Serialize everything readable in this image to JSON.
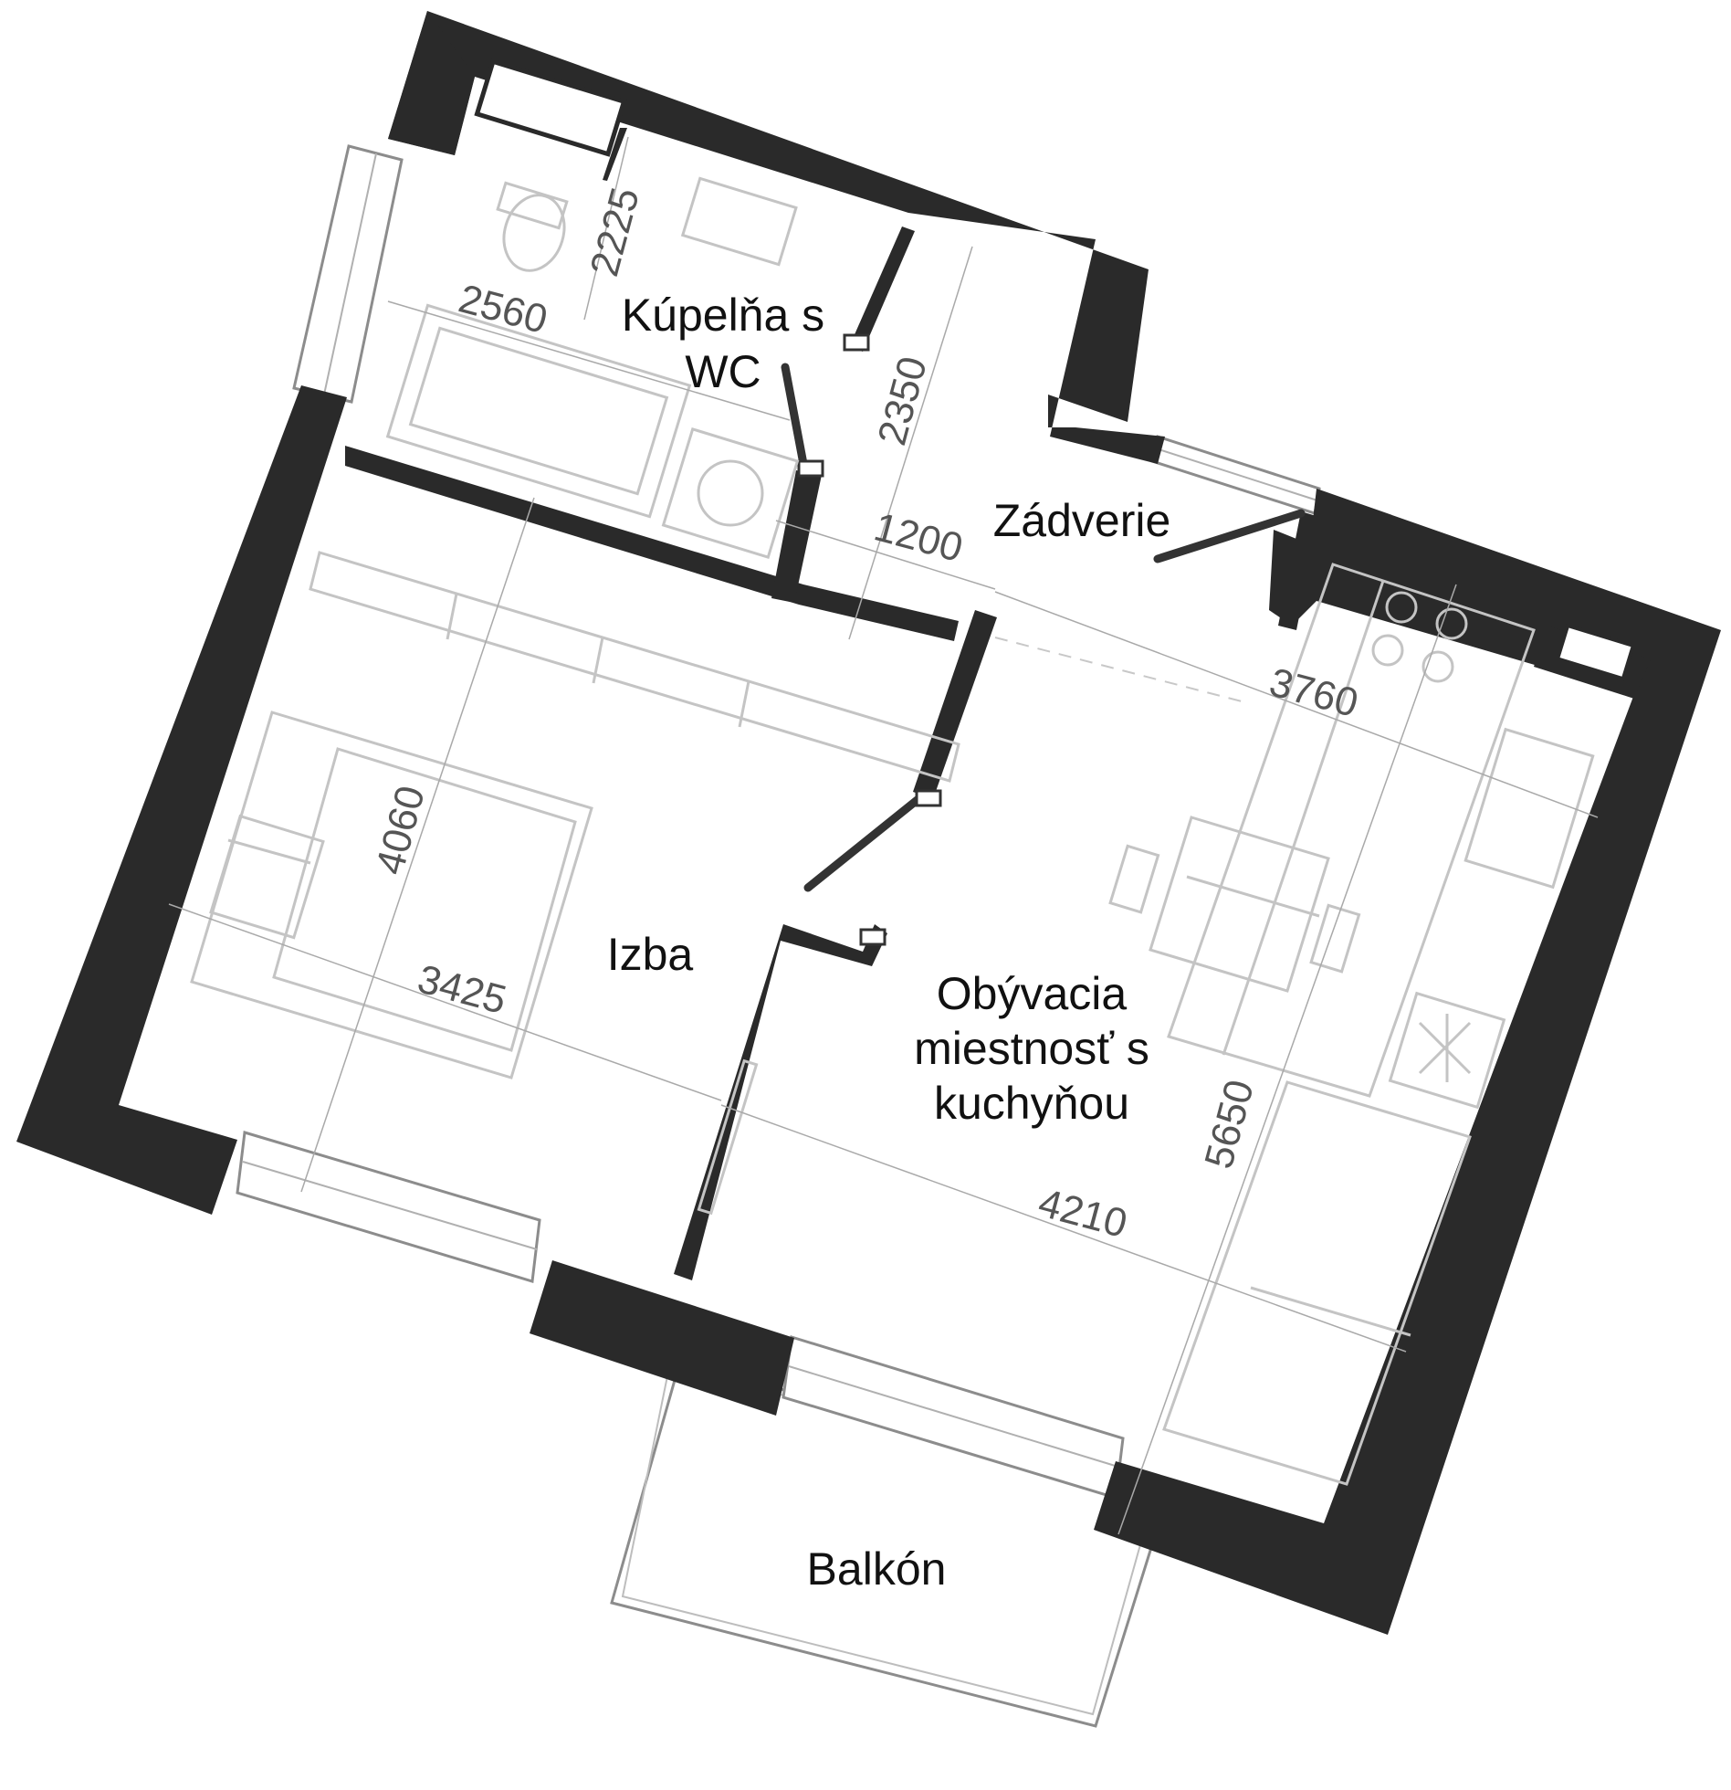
{
  "rooms": {
    "bathroom": [
      "Kúpelňa s",
      "WC"
    ],
    "vestibule": [
      "Zádverie"
    ],
    "bedroom": [
      "Izba"
    ],
    "living": [
      "Obývacia",
      "miestnosť s",
      "kuchyňou"
    ],
    "balcony": [
      "Balkón"
    ]
  },
  "dimensions": {
    "bath_width": "2560",
    "bath_depth": "2225",
    "hall_depth": "2350",
    "hall_width": "1200",
    "kitchen_width": "3760",
    "bedroom_depth": "4060",
    "bedroom_width": "3425",
    "living_depth": "5650",
    "living_width": "4210"
  },
  "colors": {
    "wall": "#2a2a2a",
    "furniture": "#c4c4c4",
    "dimension": "#555555"
  }
}
